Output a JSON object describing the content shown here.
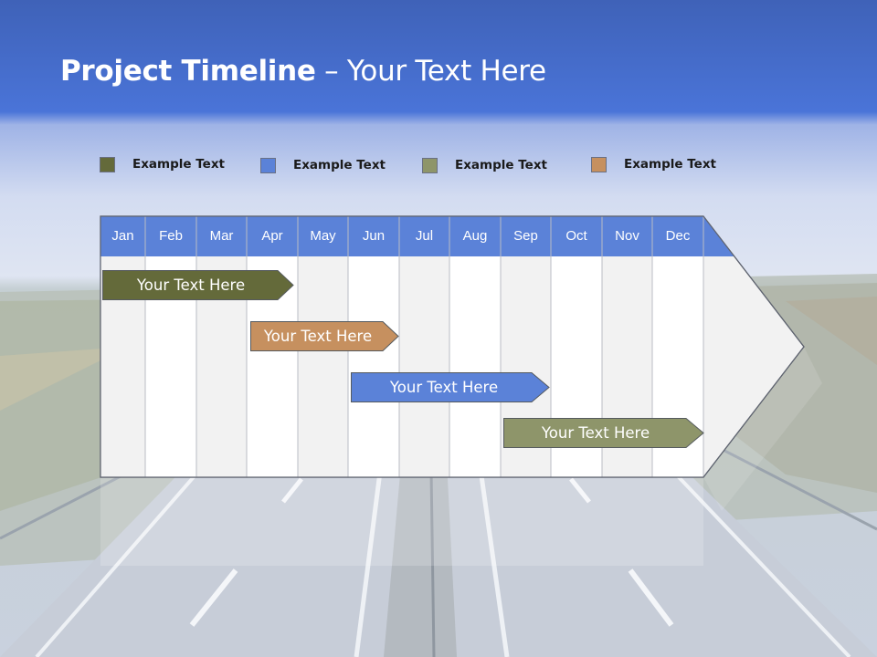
{
  "slide": {
    "title_bold": "Project Timeline",
    "title_rest": " – Your Text Here"
  },
  "legend": [
    {
      "label": "Example Text",
      "color": "#646a3a"
    },
    {
      "label": "Example Text",
      "color": "#5b82d8"
    },
    {
      "label": "Example Text",
      "color": "#8e956a"
    },
    {
      "label": "Example Text",
      "color": "#c6905f"
    }
  ],
  "timeline": {
    "months": [
      "Jan",
      "Feb",
      "Mar",
      "Apr",
      "May",
      "Jun",
      "Jul",
      "Aug",
      "Sep",
      "Oct",
      "Nov",
      "Dec"
    ],
    "header_color": "#5b82d8",
    "bars": [
      {
        "label": "Your  Text Here",
        "color": "#646a3a"
      },
      {
        "label": "Your  Text Here",
        "color": "#c6905f"
      },
      {
        "label": "Your  Text Here",
        "color": "#5b82d8"
      },
      {
        "label": "Your  Text Here",
        "color": "#8e956a"
      }
    ]
  }
}
